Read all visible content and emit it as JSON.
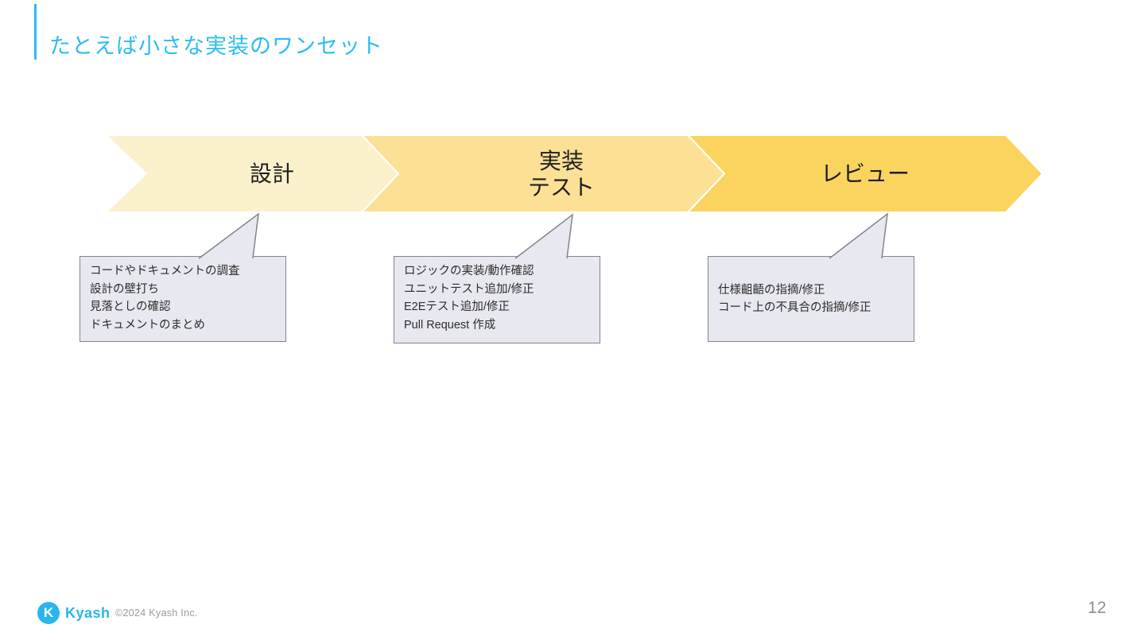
{
  "slide": {
    "title": "たとえば小さな実装のワンセット",
    "page_number": "12"
  },
  "colors": {
    "accent_cyan": "#2BBCF2",
    "logo_cyan": "#29B6EC",
    "stage1_fill": "#FCF1CD",
    "stage2_fill": "#FBE096",
    "stage3_fill": "#FAD45F",
    "callout_fill": "#E8E8F0",
    "callout_border": "#83838F"
  },
  "stages": [
    {
      "lines": [
        "設計"
      ]
    },
    {
      "lines": [
        "実装",
        "テスト"
      ]
    },
    {
      "lines": [
        "レビュー"
      ]
    }
  ],
  "callouts": [
    {
      "lines": [
        "コードやドキュメントの調査",
        "設計の壁打ち",
        "見落としの確認",
        "ドキュメントのまとめ"
      ]
    },
    {
      "lines": [
        "ロジックの実装/動作確認",
        "ユニットテスト追加/修正",
        "E2Eテスト追加/修正",
        "Pull Request 作成"
      ]
    },
    {
      "lines": [
        "仕様齟齬の指摘/修正",
        "コード上の不具合の指摘/修正"
      ]
    }
  ],
  "footer": {
    "logo_glyph": "K",
    "logo_text": "Kyash",
    "copyright": "©2024 Kyash Inc."
  }
}
